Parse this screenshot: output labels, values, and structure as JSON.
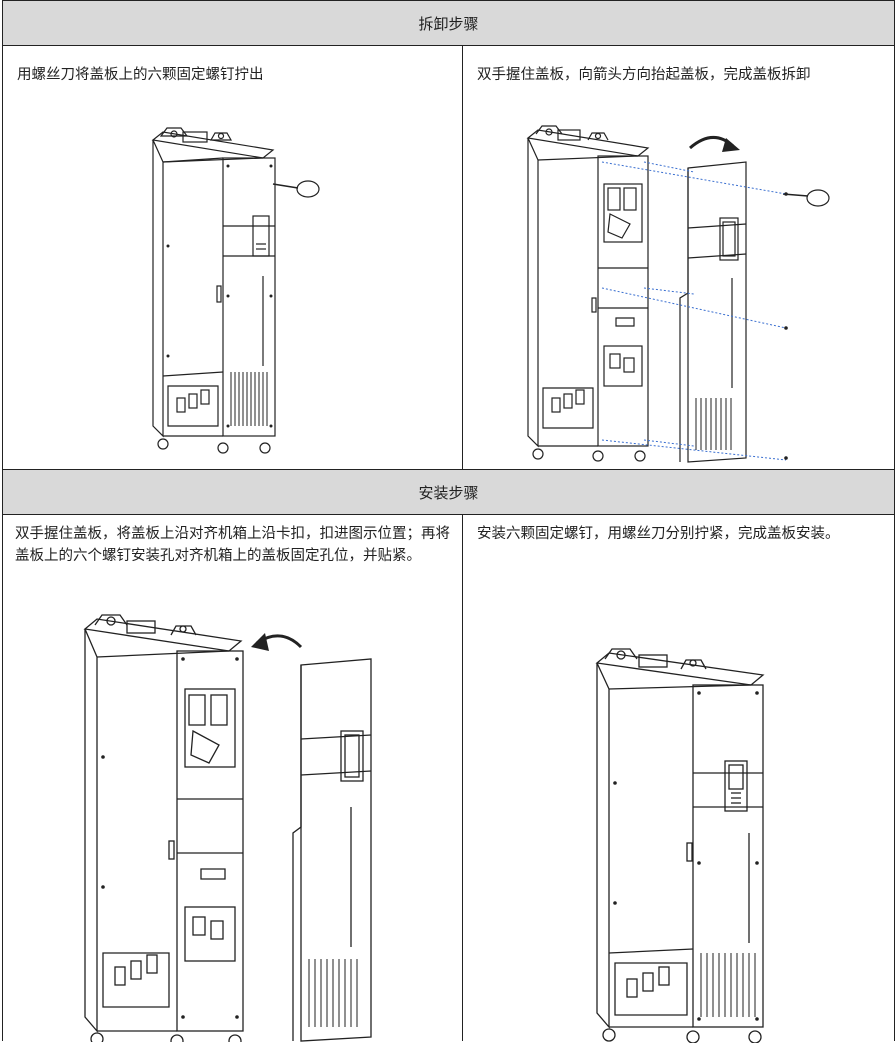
{
  "removal": {
    "header": "拆卸步骤",
    "step1": "用螺丝刀将盖板上的六颗固定螺钉拧出",
    "step2": "双手握住盖板，向箭头方向抬起盖板，完成盖板拆卸"
  },
  "install": {
    "header": "安装步骤",
    "step1": "双手握住盖板，将盖板上沿对齐机箱上沿卡扣，扣进图示位置；再将盖板上的六个螺钉安装孔对齐机箱上的盖板固定孔位，并贴紧。",
    "step2": "安装六颗固定螺钉，用螺丝刀分别拧紧，完成盖板安装。"
  },
  "figures": {
    "figure1": "inverter-with-cover-screwdriver",
    "figure2": "inverter-cover-removed-arrow",
    "figure3": "inverter-cover-insert-arrow",
    "figure4": "inverter-cover-installed"
  }
}
